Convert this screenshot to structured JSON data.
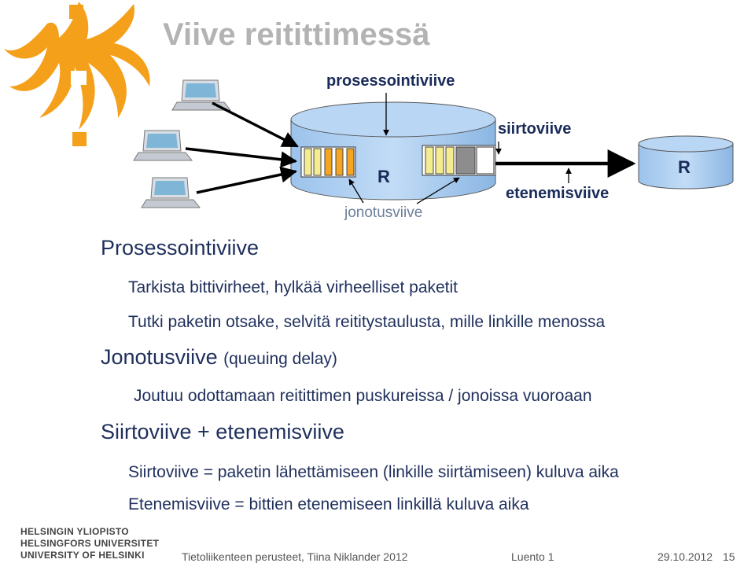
{
  "slide": {
    "title": "Viive reitittimessä",
    "diagram": {
      "processing_label": "prosessointiviive",
      "transmission_label": "siirtoviive",
      "router1_label": "R",
      "router2_label": "R",
      "propagation_label": "etenemisviive",
      "queuing_label": "jonotusviive"
    },
    "sections": [
      {
        "heading": "Prosessointiviive",
        "heading_extra": "",
        "bullets": [
          "Tarkista bittivirheet, hylkää virheelliset paketit",
          "Tutki paketin otsake, selvitä reititystaulusta,  mille linkille menossa"
        ]
      },
      {
        "heading": "Jonotusviive",
        "heading_extra": "(queuing delay)",
        "bullets": [
          "Joutuu odottamaan reitittimen puskureissa / jonoissa vuoroaan"
        ]
      },
      {
        "heading": "Siirtoviive + etenemisviive",
        "heading_extra": "",
        "bullets": [
          "Siirtoviive = paketin lähettämiseen (linkille siirtämiseen) kuluva aika",
          "Etenemisviive = bittien etenemiseen  linkillä kuluva aika"
        ]
      }
    ],
    "footer": {
      "university": [
        "HELSINGIN YLIOPISTO",
        "HELSINGFORS UNIVERSITET",
        "UNIVERSITY OF HELSINKI"
      ],
      "course": "Tietoliikenteen perusteet, Tiina Niklander 2012",
      "lecture": "Luento 1",
      "date": "29.10.2012",
      "page": "15"
    }
  },
  "colors": {
    "logo": "#f5a01a",
    "router_fill": "#a9cdf2",
    "packet": "#f5eb8f",
    "text": "#1f2f5c"
  }
}
